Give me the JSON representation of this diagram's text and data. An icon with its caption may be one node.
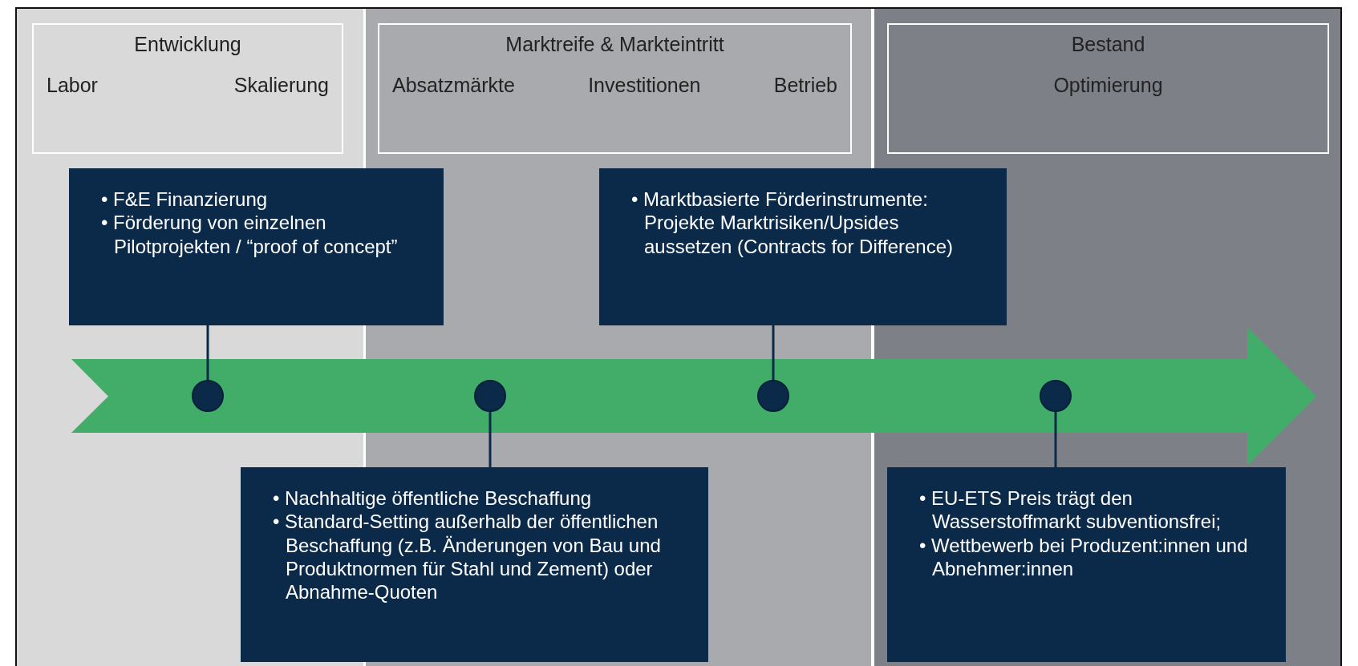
{
  "diagram": {
    "nodes": [
      {
        "text": [
          "Entwicklung",
          "Labor",
          "Skalierung"
        ]
      },
      {
        "text": [
          "Marktreife & Markteintritt",
          "Absatzmärkte",
          "Investitionen",
          "Betrieb"
        ]
      },
      {
        "text": [
          "Bestand",
          "Optimierung"
        ]
      },
      {
        "text": [
          "• F&E Finanzierung",
          "• Förderung von einzelnen Pilotprojekten / “proof of concept”"
        ]
      },
      {
        "text": [
          "• Marktbasierte Förderinstrumente: Projekte Marktrisiken/Upsides aussetzen (Contracts for Difference)"
        ]
      },
      {
        "text": [],
        "shape": "arrow"
      },
      {
        "text": [],
        "shape": "circle",
        "in": 5
      },
      {
        "text": [],
        "shape": "circle",
        "in": 5
      },
      {
        "text": [],
        "shape": "circle",
        "in": 5
      },
      {
        "text": [],
        "shape": "circle",
        "in": 5
      },
      {
        "text": [
          "• Nachhaltige öffentliche Beschaffung",
          "• Standard-Setting außerhalb der öffentlichen Beschaffung (z.B. Änderungen von Bau und Produktnormen für Stahl und Zement) oder Abnahme-Quoten"
        ]
      },
      {
        "text": [
          "• EU-ETS Preis trägt den Wasserstoffmarkt subventionsfrei;",
          "• Wettbewerb bei Produzent:innen und Abnehmer:innen"
        ]
      }
    ],
    "edges": [
      {
        "from": 6,
        "to": 3,
        "arrow": "none"
      },
      {
        "from": 7,
        "to": 10,
        "arrow": "none"
      },
      {
        "from": 8,
        "to": 4,
        "arrow": "none"
      },
      {
        "from": 9,
        "to": 11,
        "arrow": "none"
      }
    ]
  }
}
